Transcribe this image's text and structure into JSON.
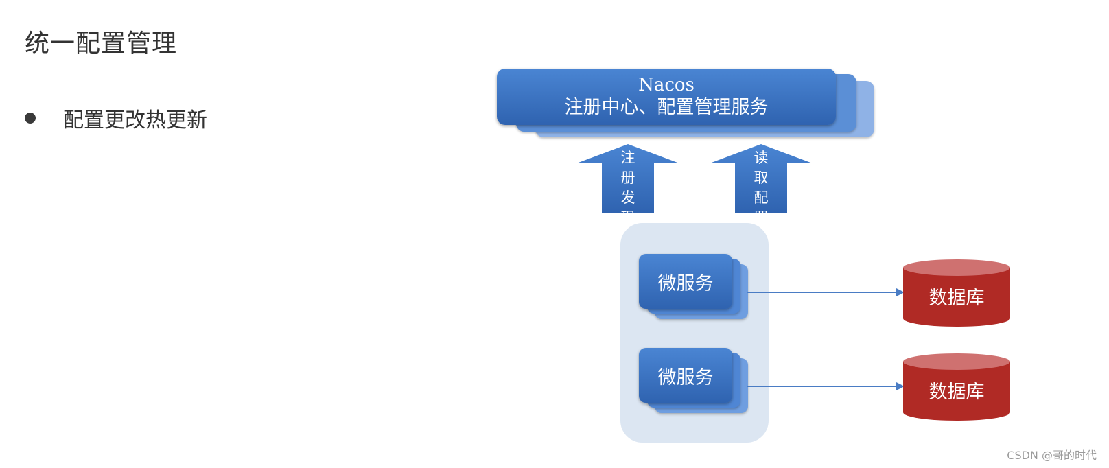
{
  "slide": {
    "title": "统一配置管理",
    "bullets": [
      "配置更改热更新"
    ]
  },
  "diagram": {
    "nacos": {
      "name": "Nacos",
      "subtitle": "注册中心、配置管理服务"
    },
    "arrows": [
      {
        "label_chars": [
          "注",
          "册",
          "发",
          "现"
        ]
      },
      {
        "label_chars": [
          "读",
          "取",
          "配",
          "置"
        ]
      }
    ],
    "microservices": [
      {
        "label": "微服务"
      },
      {
        "label": "微服务"
      }
    ],
    "databases": [
      {
        "label": "数据库"
      },
      {
        "label": "数据库"
      }
    ]
  },
  "colors": {
    "service_blue": "#2f63b0",
    "panel_bg": "#dce6f2",
    "database_red": "#b02a25",
    "connector": "#4a7cc4"
  },
  "watermark": "CSDN @哥的时代"
}
